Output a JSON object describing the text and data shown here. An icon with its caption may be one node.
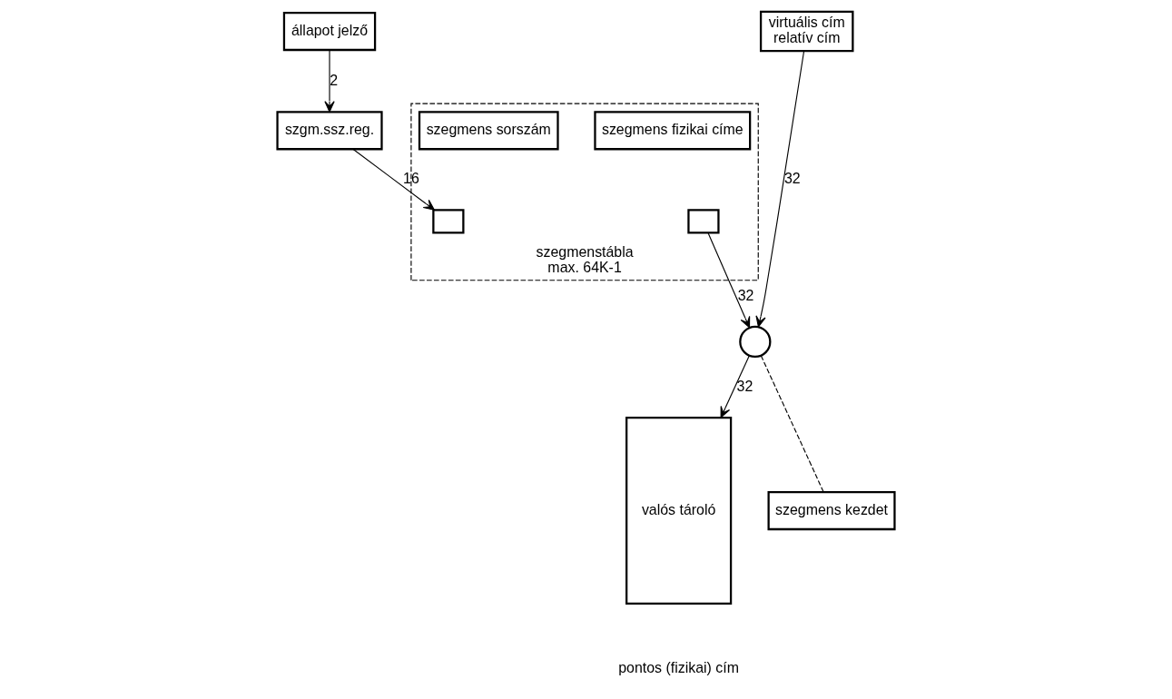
{
  "diagram": {
    "nodes": [
      {
        "text": [
          "állapot jelző"
        ]
      },
      {
        "text": [
          "virtuális cím",
          "relatív cím"
        ]
      },
      {
        "text": [
          "szgm.ssz.reg."
        ]
      },
      {
        "text": [
          "szegmenstábla",
          "max. 64K-1"
        ]
      },
      {
        "text": [
          "szegmens sorszám"
        ],
        "in": 3
      },
      {
        "text": [
          "szegmens fizikai címe"
        ],
        "in": 3
      },
      {
        "text": [],
        "shape": "box",
        "in": 3
      },
      {
        "text": [],
        "shape": "box",
        "in": 3
      },
      {
        "text": [],
        "shape": "circle"
      },
      {
        "text": [
          "valós tároló"
        ]
      },
      {
        "text": [
          "szegmens kezdet"
        ]
      }
    ],
    "edges": [
      {
        "from": 0,
        "to": 2,
        "arrow": "to",
        "label": "2"
      },
      {
        "from": 1,
        "to": 8,
        "arrow": "to",
        "label": "32"
      },
      {
        "from": 2,
        "to": 6,
        "arrow": "to",
        "label": "16"
      },
      {
        "from": 7,
        "to": 8,
        "arrow": "to",
        "label": "32"
      },
      {
        "from": 8,
        "to": 9,
        "arrow": "to",
        "label": "32"
      },
      {
        "from": 8,
        "to": 10,
        "arrow": "none",
        "style": "dashed"
      }
    ],
    "labels": [
      "pontos (fizikai) cím"
    ]
  }
}
